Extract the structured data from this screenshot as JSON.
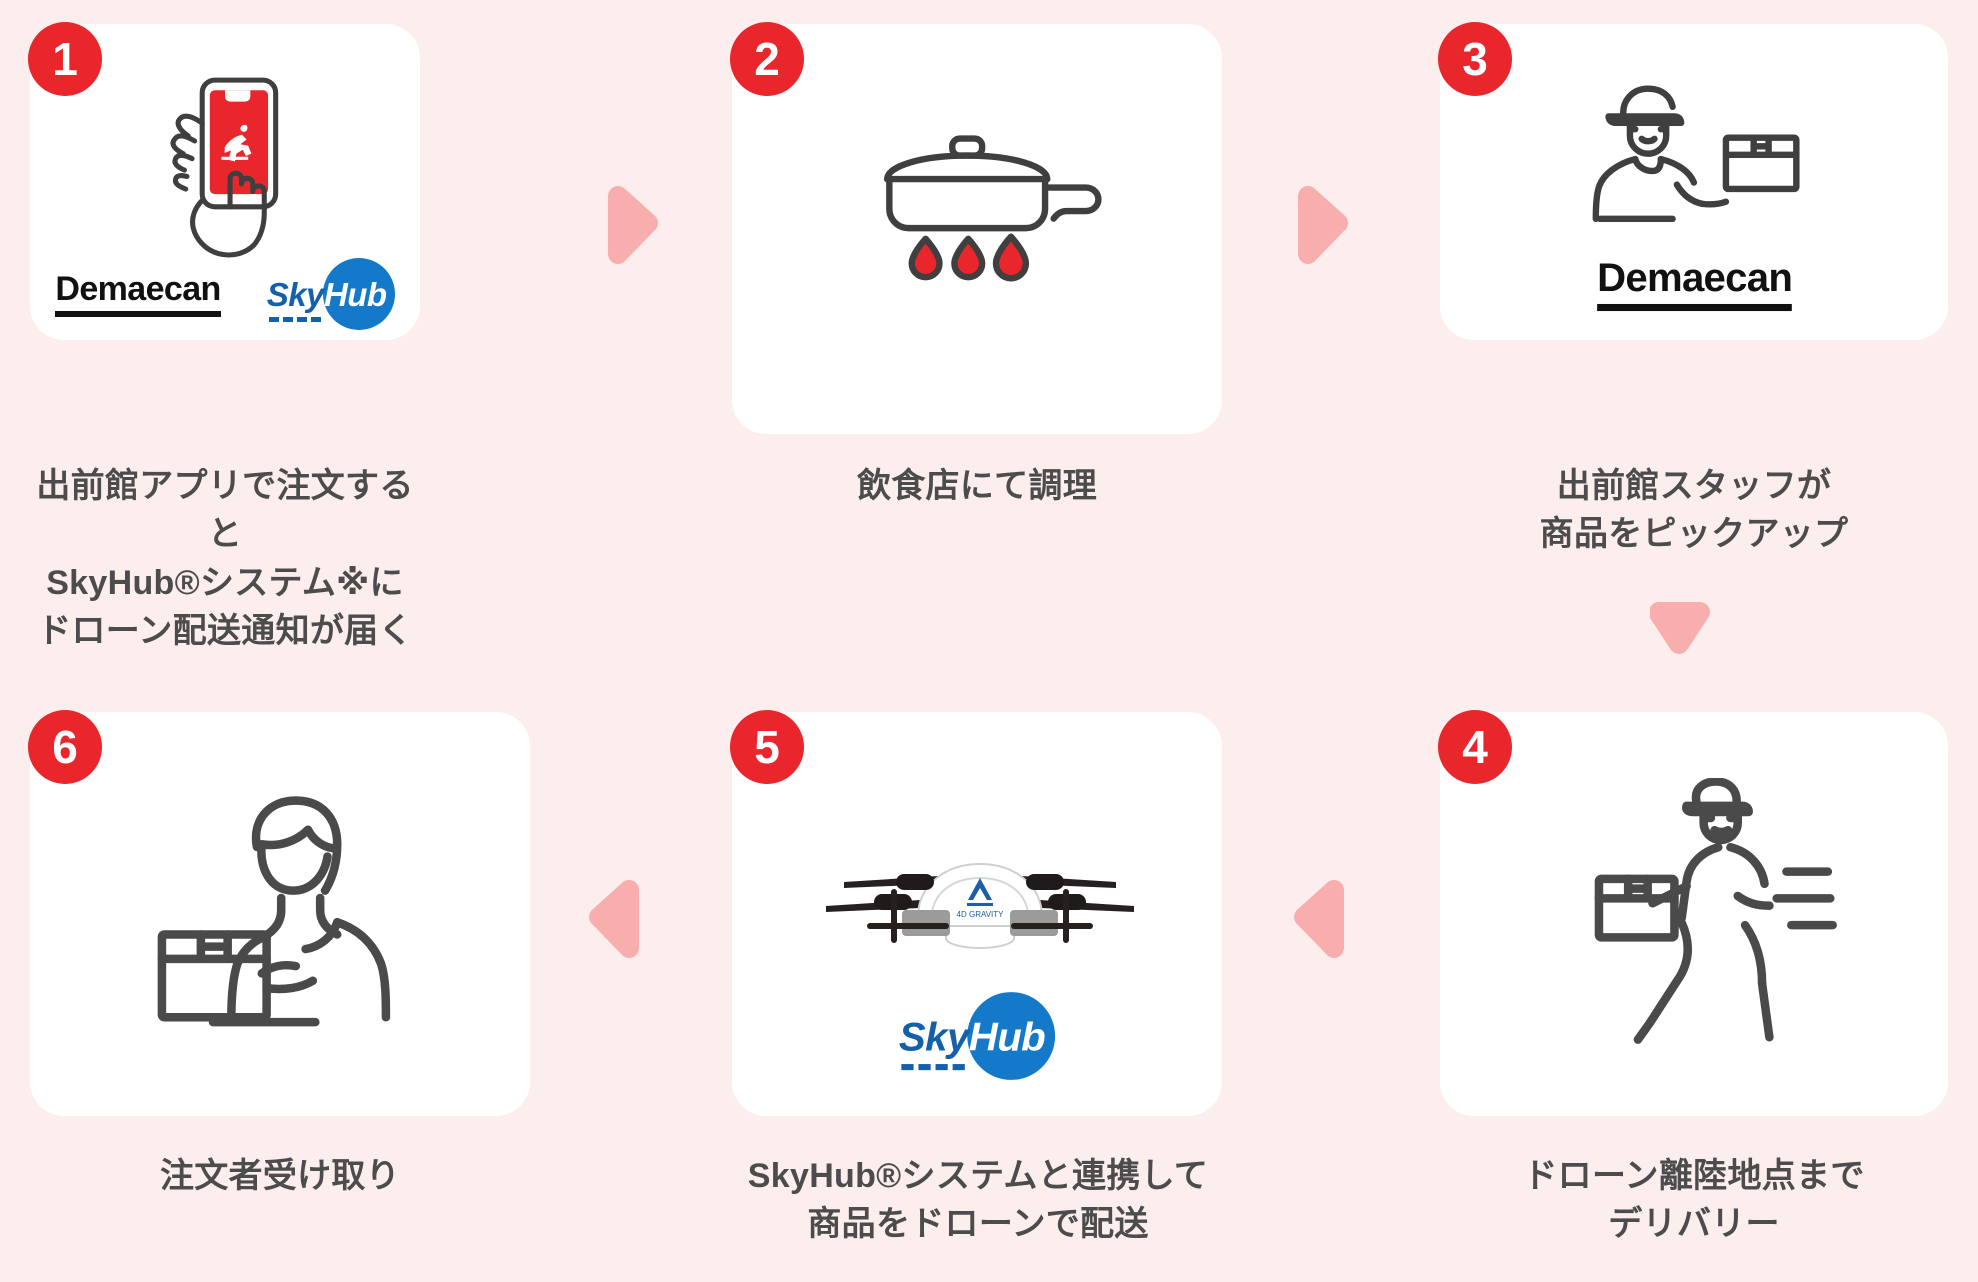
{
  "page": {
    "background_color": "#fdeeee",
    "card_color": "#ffffff",
    "badge_color": "#e8262c",
    "arrow_color": "#f9aeae",
    "caption_color": "#4c4c4c",
    "brand_blue": "#1479c9",
    "brand_red": "#e8262c"
  },
  "steps": [
    {
      "number": "1",
      "caption": "出前館アプリで注文すると\nSkyHub®システム※に\nドローン配送通知が届く",
      "icon_name": "hand-holding-smartphone-icon",
      "logos": [
        "Demaecan",
        "SkyHub"
      ]
    },
    {
      "number": "2",
      "caption": "飲食店にて調理",
      "icon_name": "pot-on-flame-icon",
      "logos": []
    },
    {
      "number": "3",
      "caption": "出前館スタッフが\n商品をピックアップ",
      "icon_name": "staff-holding-parcel-icon",
      "logos": [
        "Demaecan"
      ]
    },
    {
      "number": "4",
      "caption": "ドローン離陸地点まで\nデリバリー",
      "icon_name": "courier-running-with-parcel-icon",
      "logos": []
    },
    {
      "number": "5",
      "caption": "SkyHub®システムと連携して\n商品をドローンで配送",
      "icon_name": "delivery-drone-icon",
      "logos": [
        "SkyHub"
      ]
    },
    {
      "number": "6",
      "caption": "注文者受け取り",
      "icon_name": "customer-receiving-parcel-icon",
      "logos": []
    }
  ],
  "logos": {
    "demaecan": {
      "word": "Demaecan"
    },
    "skyhub": {
      "sky": "Sky",
      "hub": "Hub"
    },
    "drone_brand": "4D GRAVITY"
  },
  "arrows": [
    {
      "name": "arrow-step1-to-step2",
      "direction": "right"
    },
    {
      "name": "arrow-step2-to-step3",
      "direction": "right"
    },
    {
      "name": "arrow-step3-to-step4",
      "direction": "down"
    },
    {
      "name": "arrow-step4-to-step5",
      "direction": "left"
    },
    {
      "name": "arrow-step5-to-step6",
      "direction": "left"
    }
  ]
}
